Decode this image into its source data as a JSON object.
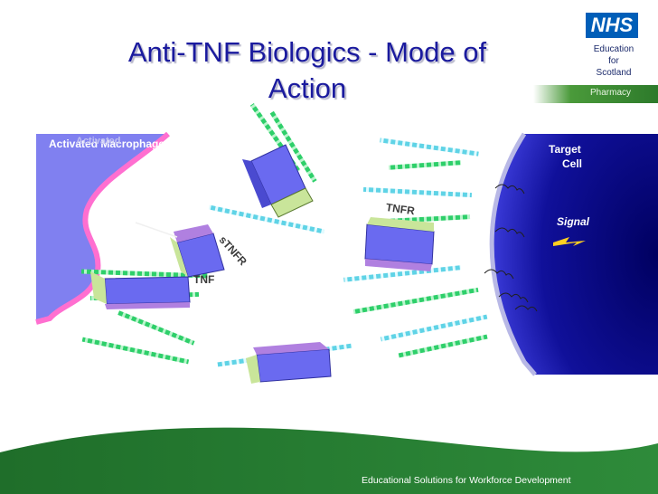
{
  "header": {
    "title_line1": "Anti-TNF Biologics  - Mode of",
    "title_line2": "Action",
    "logo": {
      "brand": "NHS",
      "lines": [
        "Education",
        "for",
        "Scotland"
      ]
    },
    "section": "Pharmacy"
  },
  "diagram": {
    "macrophage_label": "Activated Macrophage",
    "macrophage_overlay_label": "Activated",
    "tnf_label": "TNF",
    "stnfr_label": "sTNFR",
    "tnfr_label": "TNFR",
    "target_label_line1": "Target",
    "target_label_line2": "Cell",
    "signal_label": "Signal",
    "colors": {
      "macrophage": "#8080f0",
      "membrane": "#ff6fd0",
      "target_cell": "#1010a0",
      "tnf": "#6a6af0",
      "receptor_strand": "#2ecf6a",
      "light_strand": "#5fd3e6"
    }
  },
  "footer": {
    "text": "Educational Solutions for Workforce Development",
    "color": "#2e7d32"
  }
}
